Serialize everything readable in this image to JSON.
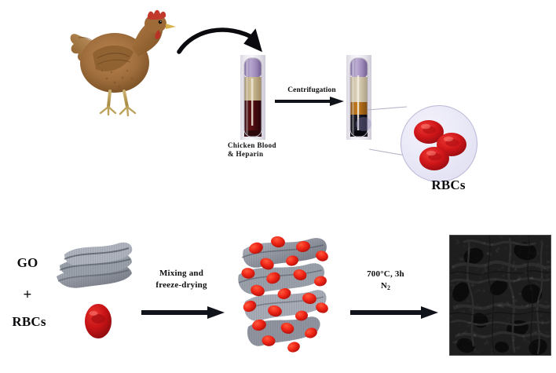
{
  "figure": {
    "type": "synthesis-schematic",
    "description": "Two-step schematic for preparing porous carbon from chicken red blood cells and graphene oxide",
    "background_color": "#ffffff"
  },
  "row_top": {
    "source_animal": {
      "name": "chicken-photo",
      "alt": "brown hen",
      "body_color": "#9a6b3f",
      "comb_color": "#c0392b"
    },
    "curved_arrow": {
      "name": "curved-arrow",
      "color": "#0b0b0f"
    },
    "tube_whole_blood": {
      "name": "blood-collection-tube",
      "cap_color": "#9b87b8",
      "blood_color": "#4a0d12",
      "plasma_color": "#c8b28b",
      "label": "Chicken Blood\n& Heparin"
    },
    "centrifugation_step": {
      "name": "centrifugation-arrow",
      "label": "Centrifugation",
      "arrow_color": "#11131a"
    },
    "tube_centrifuged": {
      "name": "centrifuged-blood-tube",
      "cap_color": "#9b87b8",
      "plasma_color": "#d9cdb4",
      "buffy_color": "#b8741d",
      "packed_cells_color": "#13131b"
    },
    "magnifier": {
      "name": "rbc-magnifier",
      "label": "RBCs",
      "circle_fill": "#e8e7f6",
      "circle_stroke": "#b9b6d6",
      "cell_color": "#cc1417",
      "cell_count": 3
    }
  },
  "row_bottom": {
    "reactants": {
      "go_label": "GO",
      "plus_label": "+",
      "rbcs_label": "RBCs",
      "go_sheet": {
        "name": "graphene-oxide-sheets",
        "color": "#8e939e"
      },
      "rbc_single": {
        "name": "single-rbc",
        "color": "#cc1417"
      }
    },
    "step_mixing": {
      "name": "mixing-freeze-drying-arrow",
      "label": "Mixing and\nfreeze-drying",
      "arrow_color": "#11131a"
    },
    "composite": {
      "name": "go-rbc-composite",
      "sheet_color": "#8e939e",
      "cell_color": "#ee2316",
      "cell_count": 22
    },
    "step_pyrolysis": {
      "name": "pyrolysis-arrow",
      "label_line1": "700°C, 3h",
      "label_line2_text": "N",
      "label_line2_sub": "2",
      "arrow_color": "#11131a"
    },
    "product": {
      "name": "sem-micrograph",
      "alt": "SEM image of porous carbon",
      "border_color": "#4a4a4a"
    }
  }
}
